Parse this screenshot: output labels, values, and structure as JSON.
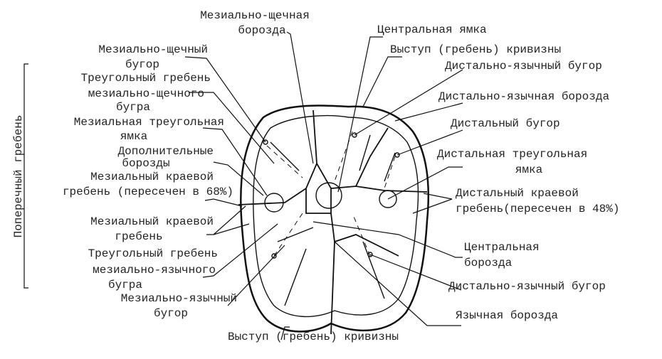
{
  "diagram": {
    "side_label": "Поперечный гребень",
    "labels": {
      "mesiobuccal_groove": [
        "Мезиально-щечная",
        "борозда"
      ],
      "central_fossa": [
        "Центральная ямка"
      ],
      "height_of_contour_top": [
        "Выступ (гребень) кривизны"
      ],
      "distolingual_cusp_top": [
        "Дистально-язычный бугор"
      ],
      "distolingual_groove": [
        "Дистально-язычная борозда"
      ],
      "distal_cusp": [
        "Дистальный бугор"
      ],
      "distal_triangular_fossa": [
        "Дистальная треугольная",
        "ямка"
      ],
      "distal_marginal_ridge": [
        "Дистальный краевой",
        "гребень(пересечен в 48%)"
      ],
      "central_groove": [
        "Центральная",
        "борозда"
      ],
      "distolingual_cusp_bottom": [
        "Дистально-язычный бугор"
      ],
      "lingual_groove": [
        "Язычная борозда"
      ],
      "height_of_contour_bottom": [
        "Выступ (гребень) кривизны"
      ],
      "mesiobuccal_cusp": [
        "Мезиально-щечный",
        "бугор"
      ],
      "triangular_ridge_mb": [
        "Треугольный гребень",
        "мезиально-щечного",
        "бугра"
      ],
      "mesial_triangular_fossa": [
        "Мезиальная треугольная",
        "ямка"
      ],
      "supplemental_grooves": [
        "Дополнительные",
        "борозды"
      ],
      "mesial_marginal_ridge_cut": [
        "Мезиальный краевой",
        "гребень (пересечен в 68%)"
      ],
      "mesial_marginal_ridge": [
        "Мезиальный краевой",
        "гребень"
      ],
      "triangular_ridge_ml": [
        "Треугольный гребень",
        "мезиально-язычного",
        "бугра"
      ],
      "mesiolingual_cusp": [
        "Мезиально-язычный",
        "бугор"
      ]
    }
  }
}
